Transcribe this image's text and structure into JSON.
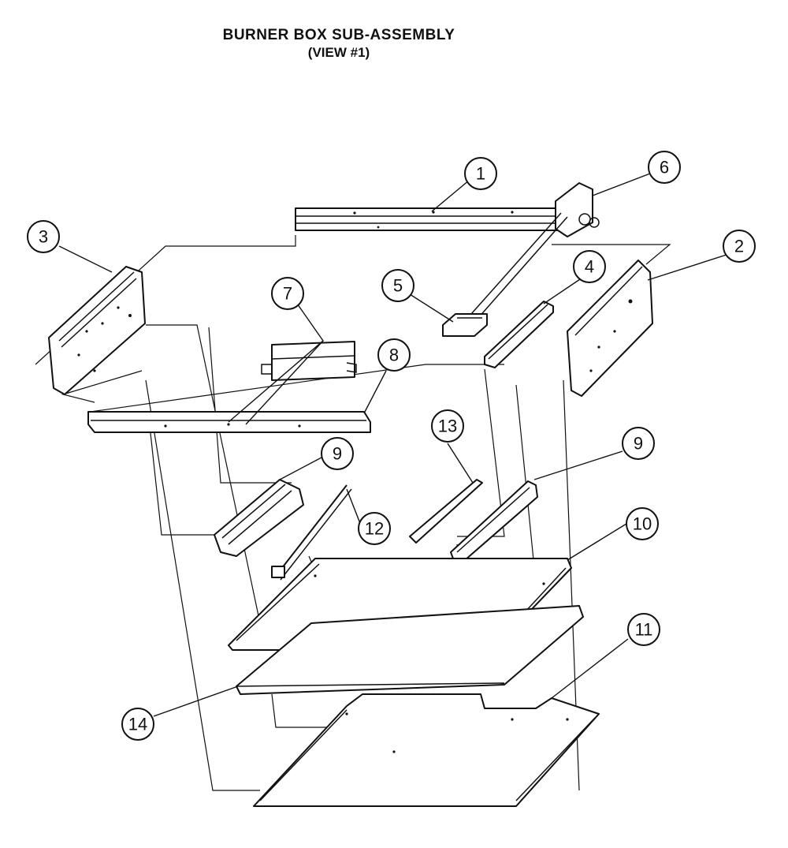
{
  "title": "BURNER BOX SUB-ASSEMBLY",
  "subtitle": "(VIEW #1)",
  "callouts": {
    "c1": "1",
    "c2": "2",
    "c3": "3",
    "c4": "4",
    "c5": "5",
    "c6": "6",
    "c7": "7",
    "c8": "8",
    "c9a": "9",
    "c9b": "9",
    "c10": "10",
    "c11": "11",
    "c12": "12",
    "c13": "13",
    "c14": "14"
  }
}
